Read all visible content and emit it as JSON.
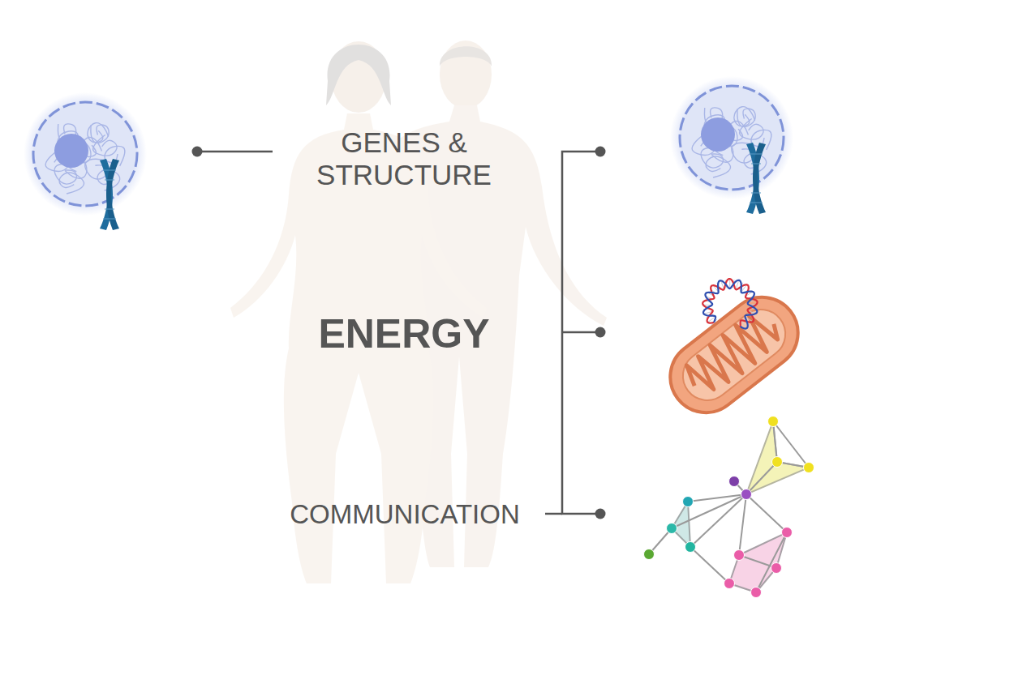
{
  "diagram": {
    "labels": [
      "GENES & STRUCTURE",
      "ENERGY",
      "COMMUNICATION"
    ]
  }
}
